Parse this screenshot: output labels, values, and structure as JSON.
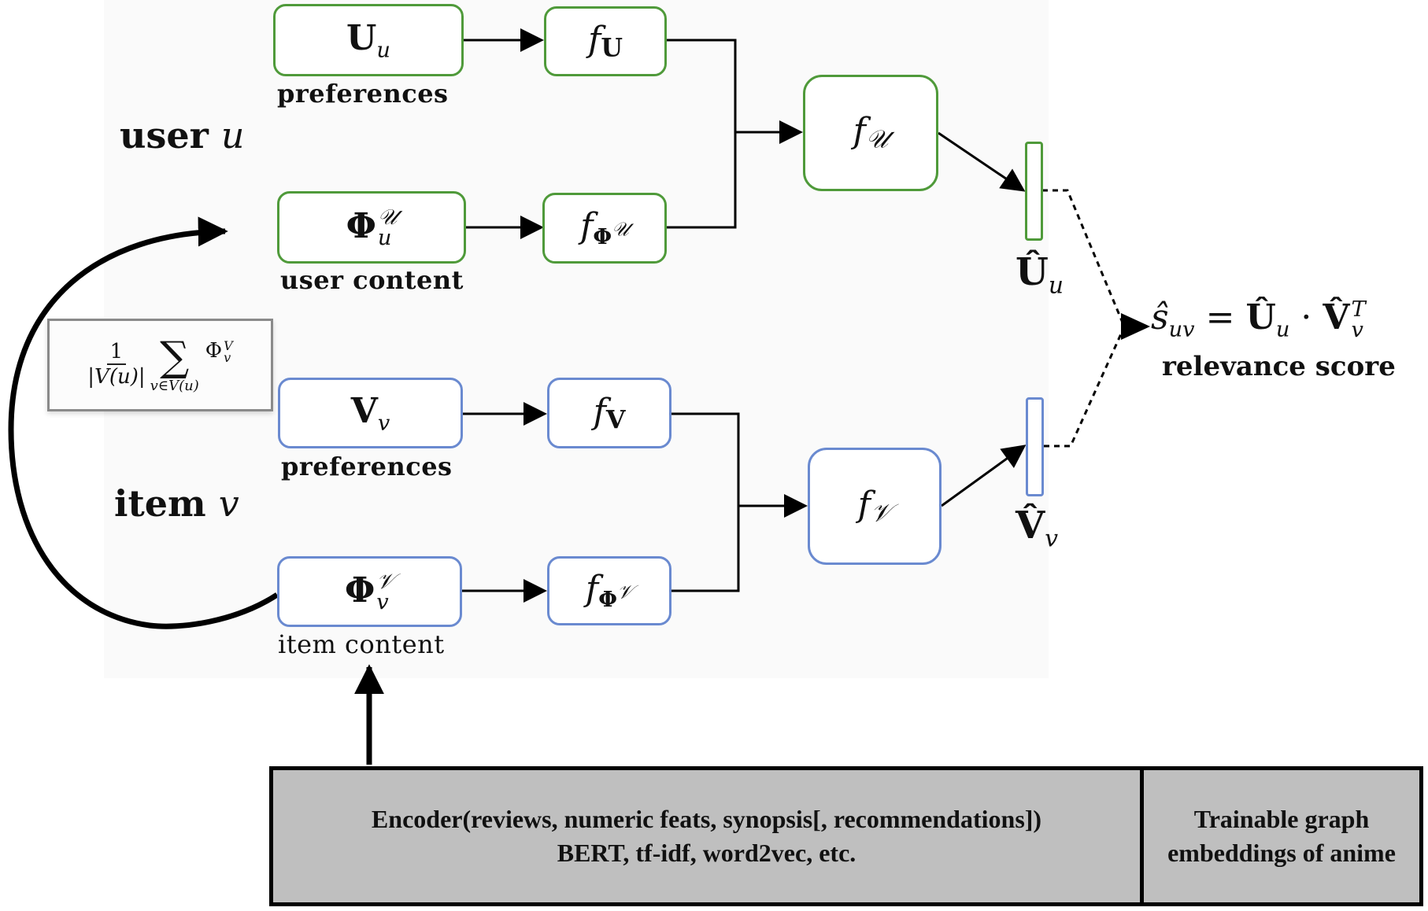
{
  "colors": {
    "user": "#4f9a3a",
    "item": "#6a8ad0",
    "encoder_fill": "#bfbfbf"
  },
  "user_side": {
    "label_word": "user",
    "label_var": "u"
  },
  "item_side": {
    "label_word": "item",
    "label_var": "v"
  },
  "nodes": {
    "U_u": {
      "base": "U",
      "sub": "u",
      "caption": "preferences"
    },
    "Phi_u": {
      "base": "Φ",
      "sup": "𝒰",
      "sub": "u",
      "caption": "user content"
    },
    "f_U": {
      "f": "f",
      "sub": "U"
    },
    "f_PhiU": {
      "f": "f",
      "sub_bold": "Φ",
      "sub_sup": "𝒰"
    },
    "f_Ucal": {
      "f": "f",
      "sub": "𝒰"
    },
    "V_v": {
      "base": "V",
      "sub": "v",
      "caption": "preferences"
    },
    "Phi_v": {
      "base": "Φ",
      "sup": "𝒱",
      "sub": "v",
      "caption": "item content"
    },
    "f_V": {
      "f": "f",
      "sub": "V"
    },
    "f_PhiV": {
      "f": "f",
      "sub_bold": "Φ",
      "sub_sup": "𝒱"
    },
    "f_Vcal": {
      "f": "f",
      "sub": "𝒱"
    }
  },
  "embeddings": {
    "U_hat": {
      "base": "Û",
      "sub": "u"
    },
    "V_hat": {
      "base": "V̂",
      "sub": "v"
    }
  },
  "aggregation_formula": {
    "numerator": "1",
    "denominator": "|V(u)|",
    "sum_symbol": "∑",
    "sum_limit": "v∈V(u)",
    "term_base": "Φ",
    "term_sup": "V",
    "term_sub": "v"
  },
  "relevance": {
    "lhs": "ŝ",
    "lhs_sub": "uv",
    "eq": "=",
    "u_hat": "Û",
    "u_sub": "u",
    "dot": "·",
    "v_hat": "V̂",
    "v_sup": "T",
    "v_sub": "v",
    "caption": "relevance score"
  },
  "encoder": {
    "left_line1": "Encoder(reviews, numeric feats, synopsis[, recommendations])",
    "left_line2": "BERT, tf-idf, word2vec, etc.",
    "right_line1": "Trainable graph",
    "right_line2": "embeddings of anime"
  }
}
